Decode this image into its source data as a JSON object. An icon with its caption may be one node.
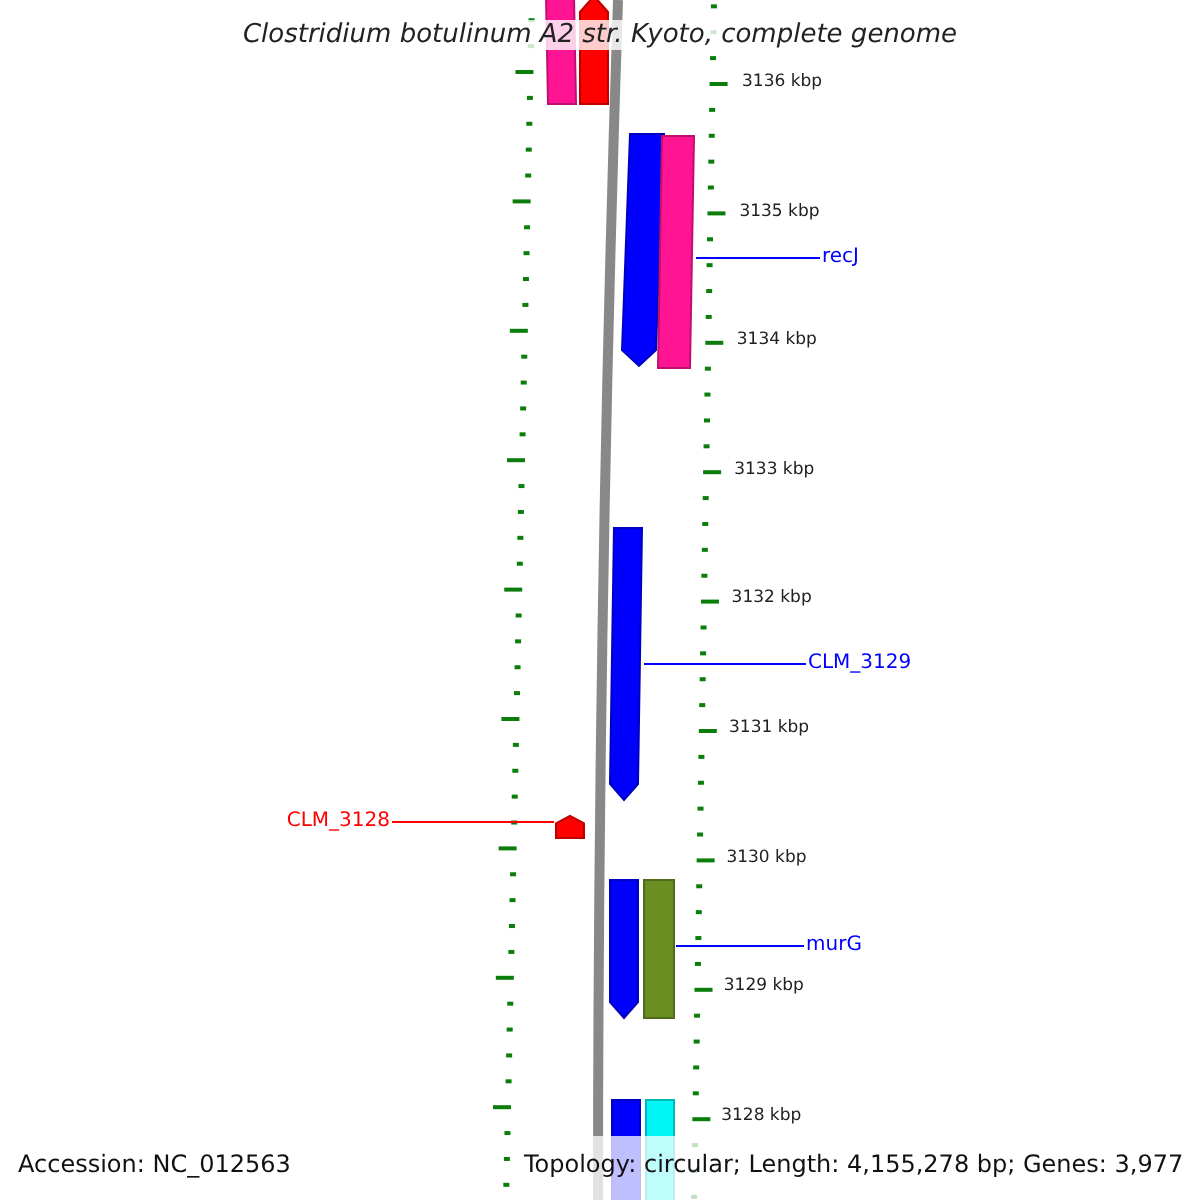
{
  "diagram": {
    "title": "Clostridium botulinum A2 str. Kyoto, complete genome",
    "nodes": [
      {
        "text": [
          "recJ"
        ]
      },
      {
        "text": [],
        "shape": "bar"
      },
      {
        "text": [
          "CLM_3129"
        ]
      },
      {
        "text": [],
        "shape": "arrow"
      },
      {
        "text": [
          "CLM_3128"
        ]
      },
      {
        "text": [],
        "shape": "arrow"
      },
      {
        "text": [
          "murG"
        ]
      },
      {
        "text": [],
        "shape": "bar"
      }
    ],
    "edges": [
      {
        "from": 0,
        "to": 1,
        "arrow": "none"
      },
      {
        "from": 2,
        "to": 3,
        "arrow": "none"
      },
      {
        "from": 4,
        "to": 5,
        "arrow": "none",
        "color": "#ff0000"
      },
      {
        "from": 6,
        "to": 7,
        "arrow": "none"
      }
    ],
    "labels": [
      "3136 kbp",
      "3135 kbp",
      "3134 kbp",
      "3133 kbp",
      "3132 kbp",
      "3131 kbp",
      "3130 kbp",
      "3129 kbp",
      "3128 kbp",
      "Accession: NC_012563",
      "Topology: circular; Length: 4,155,278 bp; Genes: 3,977"
    ]
  }
}
